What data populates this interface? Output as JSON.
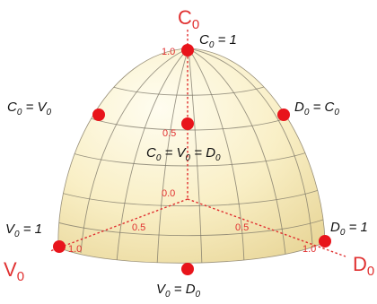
{
  "colors": {
    "accent": "#e03030",
    "point": "#e8141b",
    "dome_light": "#fffcee",
    "dome_dark": "#ead596"
  },
  "axes": {
    "c_axis": {
      "name": "C",
      "sub": "0"
    },
    "v_axis": {
      "name": "V",
      "sub": "0"
    },
    "d_axis": {
      "name": "D",
      "sub": "0"
    }
  },
  "ticks": {
    "top_one": "1.0",
    "mid_half": "0.5",
    "origin": "0.0",
    "left_half": "0.5",
    "right_half": "0.5",
    "left_one": "1.0",
    "right_one": "1.0"
  },
  "points": {
    "c_one": {
      "a": "C",
      "a_sub": "0",
      "eq": " = 1"
    },
    "c_eq_v": {
      "a": "C",
      "a_sub": "0",
      "eq": " = ",
      "b": "V",
      "b_sub": "0"
    },
    "d_eq_c": {
      "a": "D",
      "a_sub": "0",
      "eq": " = ",
      "b": "C",
      "b_sub": "0"
    },
    "center": {
      "a": "C",
      "a_sub": "0",
      "eq": " = ",
      "b": "V",
      "b_sub": "0",
      "eq2": " = ",
      "c": "D",
      "c_sub": "0"
    },
    "v_one": {
      "a": "V",
      "a_sub": "0",
      "eq": " = 1"
    },
    "d_one": {
      "a": "D",
      "a_sub": "0",
      "eq": " = 1"
    },
    "v_eq_d": {
      "a": "V",
      "a_sub": "0",
      "eq": " = ",
      "b": "D",
      "b_sub": "0"
    }
  }
}
